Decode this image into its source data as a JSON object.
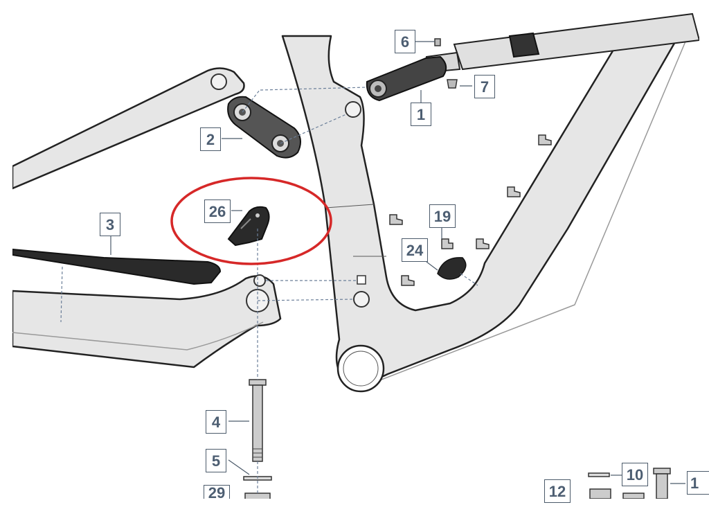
{
  "diagram": {
    "part_labels": {
      "p1": "1",
      "p2": "2",
      "p3": "3",
      "p4": "4",
      "p5": "5",
      "p6": "6",
      "p7": "7",
      "p10": "10",
      "p12": "12",
      "p19": "19",
      "p24": "24",
      "p26": "26",
      "p29": "29",
      "p1x": "1"
    },
    "colors": {
      "frame_fill": "#e6e6e6",
      "frame_stroke": "#222222",
      "dark_part": "#333333",
      "label_text": "#4d5e72",
      "highlight_ellipse": "#d62828",
      "leader_dash": "#6b7f99"
    }
  }
}
